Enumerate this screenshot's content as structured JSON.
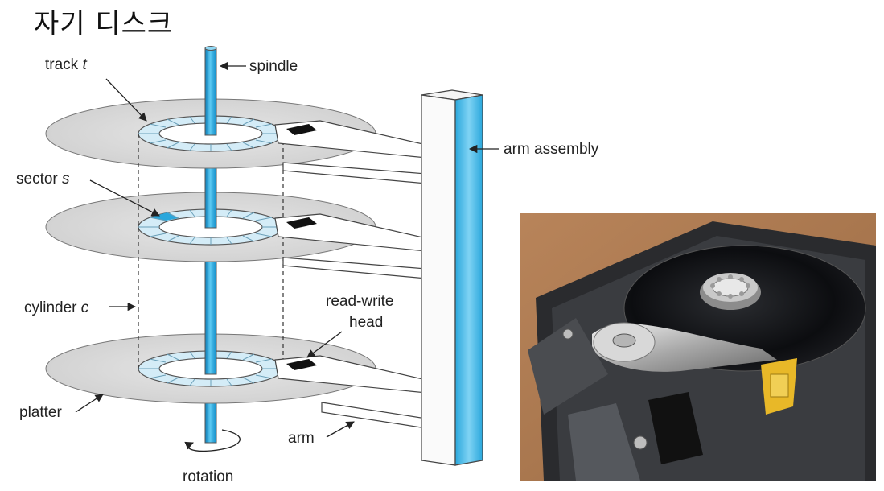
{
  "title": "자기 디스크",
  "labels": {
    "track": "track",
    "track_var": "t",
    "spindle": "spindle",
    "arm_assembly": "arm assembly",
    "sector": "sector",
    "sector_var": "s",
    "cylinder": "cylinder",
    "cylinder_var": "c",
    "read_write_1": "read-write",
    "read_write_2": "head",
    "platter": "platter",
    "arm": "arm",
    "rotation": "rotation"
  },
  "colors": {
    "platter_fill": "#d9d9d9",
    "track_fill": "#d4ecf7",
    "sector_highlight": "#2aa7dc",
    "spindle_blue": "#1fa4dd",
    "head_fill": "#111111"
  }
}
